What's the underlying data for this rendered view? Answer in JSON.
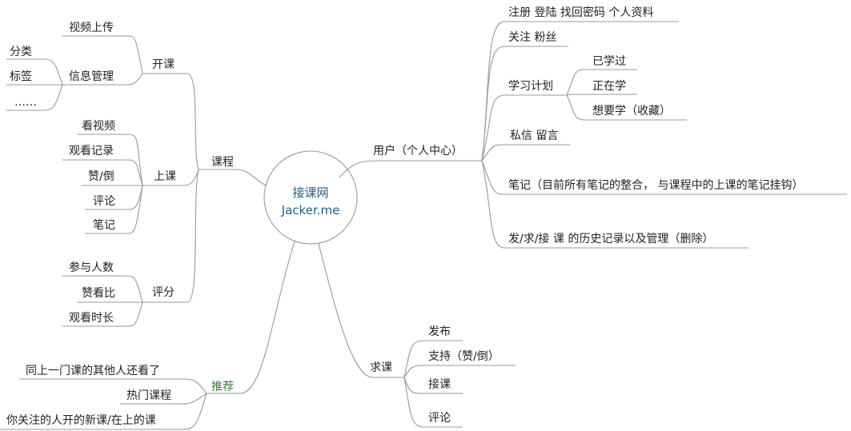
{
  "center": {
    "title": "接课网",
    "subtitle": "Jacker.me"
  },
  "colors": {
    "line": "#999999",
    "center_text": "#1f5f8b",
    "recommend": "#2e7d32"
  },
  "left": {
    "course": {
      "label": "课程",
      "kaike": {
        "label": "开课",
        "video_upload": "视频上传",
        "info_manage": "信息管理",
        "category": "分类",
        "tag": "标签",
        "more": "……"
      },
      "shangke": {
        "label": "上课",
        "watch_video": "看视频",
        "watch_history": "观看记录",
        "like_dislike": "赞/倒",
        "comment": "评论",
        "notes": "笔记"
      },
      "pingfen": {
        "label": "评分",
        "participants": "参与人数",
        "like_ratio": "赞看比",
        "watch_duration": "观看时长"
      }
    },
    "recommend": {
      "label": "推荐",
      "others_watched": "同上一门课的其他人还看了",
      "hot": "热门课程",
      "following_new": "你关注的人开的新课/在上的课"
    }
  },
  "right": {
    "user": {
      "label": "用户（个人中心）",
      "account": "注册 登陆 找回密码 个人资料",
      "follow": "关注 粉丝",
      "study_plan": {
        "label": "学习计划",
        "done": "已学过",
        "doing": "正在学",
        "want": "想要学（收藏）"
      },
      "messages": "私信 留言",
      "notes": "笔记（目前所有笔记的整合， 与课程中的上课的笔记挂钩）",
      "history": "发/求/接 课 的历史记录以及管理（删除）"
    },
    "request": {
      "label": "求课",
      "publish": "发布",
      "support": "支持（赞/倒）",
      "take": "接课",
      "comment": "评论"
    }
  }
}
